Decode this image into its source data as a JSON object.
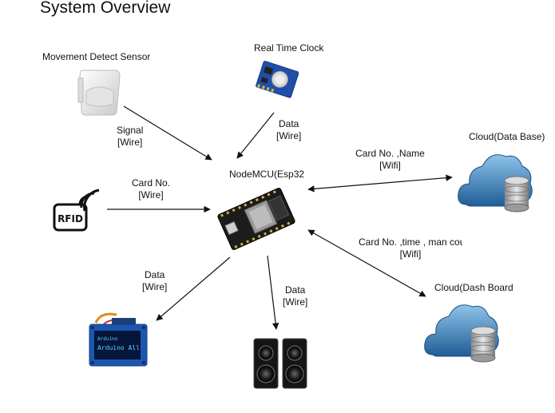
{
  "title": "System Overview",
  "nodes": {
    "motion_sensor": "Movement Detect Sensor",
    "rtc": "Real Time Clock",
    "mcu": "NodeMCU(Esp32",
    "cloud_db": "Cloud(Data Base)",
    "cloud_dash": "Cloud(Dash Board"
  },
  "edges": {
    "sensor_mcu": {
      "line1": "Signal",
      "line2": "[Wire]"
    },
    "rtc_mcu": {
      "line1": "Data",
      "line2": "[Wire]"
    },
    "rfid_mcu": {
      "line1": "Card No.",
      "line2": "[Wire]"
    },
    "mcu_clouddb": {
      "line1": "Card No. ,Name",
      "line2": "[Wifi]"
    },
    "mcu_clouddash": {
      "line1": "Card No. ,time , man coun",
      "line2": "[Wifi]"
    },
    "mcu_oled": {
      "line1": "Data",
      "line2": "[Wire]"
    },
    "mcu_speaker": {
      "line1": "Data",
      "line2": "[Wire]"
    }
  },
  "icons": {
    "rfid_text": "RFID",
    "oled_line1": "Arduino",
    "oled_line2": "Arduino All"
  }
}
